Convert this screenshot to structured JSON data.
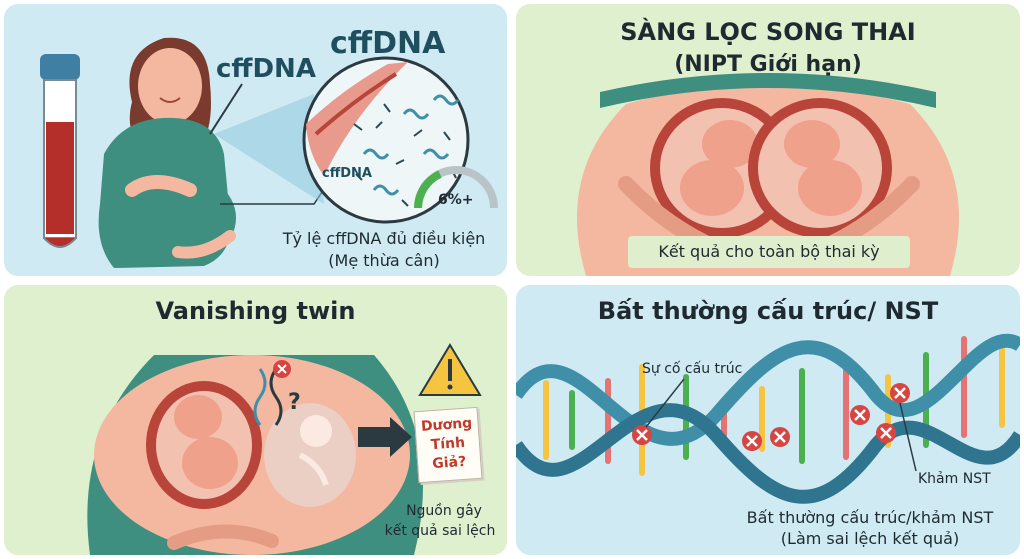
{
  "panels": {
    "cffdna": {
      "label_left": "cffDNA",
      "label_top": "cffDNA",
      "label_inner": "cffDNA",
      "gauge_value": "6%+",
      "caption_line1": "Tỷ lệ cffDNA đủ điều kiện",
      "caption_line2": "(Mẹ thừa cân)"
    },
    "twins": {
      "title_line1": "SÀNG LỌC SONG THAI",
      "title_line2": "(NIPT Giới hạn)",
      "caption": "Kết quả cho toàn bộ thai kỳ"
    },
    "vanishing": {
      "title": "Vanishing twin",
      "note_line1": "Dương",
      "note_line2": "Tính",
      "note_line3": "Giả?",
      "caption_line1": "Nguồn gây",
      "caption_line2": "kết quả sai lệch"
    },
    "structural": {
      "title": "Bất thường cấu trúc/ NST",
      "label_fault": "Sự cố cấu trúc",
      "label_mosaic": "Khảm NST",
      "caption_line1": "Bất thường cấu trúc/khảm NST",
      "caption_line2": "(Làm sai lệch kết quả)"
    }
  },
  "colors": {
    "blue_panel": "#cfeaf3",
    "green_panel": "#dff0cf",
    "skin": "#f4b79f",
    "shirt": "#3f8f80",
    "blood": "#c0392b",
    "dna": "#3f8fa8"
  }
}
